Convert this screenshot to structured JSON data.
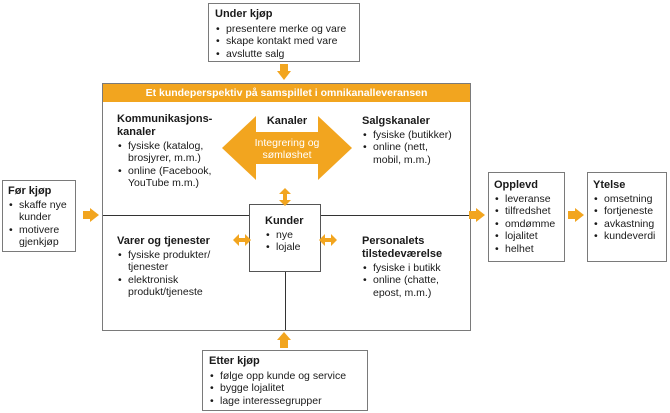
{
  "colors": {
    "accent_orange": "#f2a51f",
    "border_gray": "#7a7a7a",
    "line_dark": "#333333",
    "text": "#1a1a1a"
  },
  "banner": "Et kundeperspektiv på samspillet i omnikanalleveransen",
  "under_kjop": {
    "title": "Under kjøp",
    "items": [
      "presentere merke og vare",
      "skape kontakt med vare",
      "avslutte salg"
    ]
  },
  "for_kjop": {
    "title": "Før kjøp",
    "items": [
      "skaffe nye\nkunder",
      "motivere\ngjenkjøp"
    ]
  },
  "etter_kjop": {
    "title": "Etter kjøp",
    "items": [
      "følge opp kunde og service",
      "bygge lojalitet",
      "lage interessegrupper"
    ]
  },
  "kommunikasjonskanaler": {
    "title": "Kommunikasjons-\nkanaler",
    "items": [
      "fysiske (katalog,\nbrosjyrer, m.m.)",
      "online (Facebook,\nYouTube m.m.)"
    ]
  },
  "salgskanaler": {
    "title": "Salgskanaler",
    "items": [
      "fysiske (butikker)",
      "online (nett,\nmobil, m.m.)"
    ]
  },
  "kanaler_arrow": {
    "title": "Kanaler",
    "text": "Integrering og\nsømløshet"
  },
  "kunder": {
    "title": "Kunder",
    "items": [
      "nye",
      "lojale"
    ]
  },
  "varer": {
    "title": "Varer og tjenester",
    "items": [
      "fysiske produkter/\ntjenester",
      "elektronisk\nprodukt/tjeneste"
    ]
  },
  "personalets": {
    "title": "Personalets\ntilstedeværelse",
    "items": [
      "fysiske i butikk",
      "online (chatte,\nepost, m.m.)"
    ]
  },
  "opplevd": {
    "title": "Opplevd",
    "items": [
      "leveranse",
      "tilfredshet",
      "omdømme",
      "lojalitet",
      "helhet"
    ]
  },
  "ytelse": {
    "title": "Ytelse",
    "items": [
      "omsetning",
      "fortjeneste",
      "avkastning",
      "kundeverdi"
    ]
  }
}
